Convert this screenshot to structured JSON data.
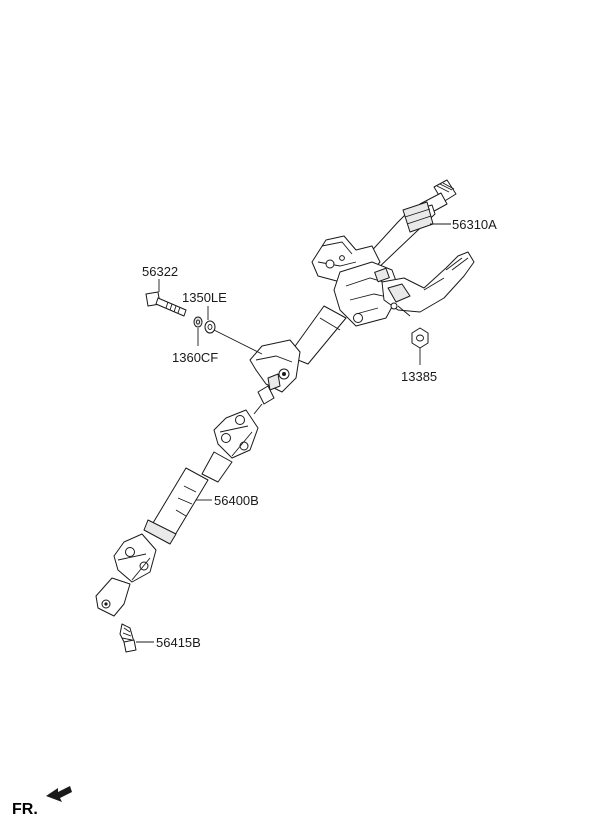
{
  "parts": {
    "column_assembly": "56310A",
    "bolt": "56322",
    "washer": "1350LE",
    "nut_small": "1360CF",
    "nut": "13385",
    "shaft_assembly": "56400B",
    "yoke_bolt": "56415B"
  },
  "direction_label": "FR."
}
